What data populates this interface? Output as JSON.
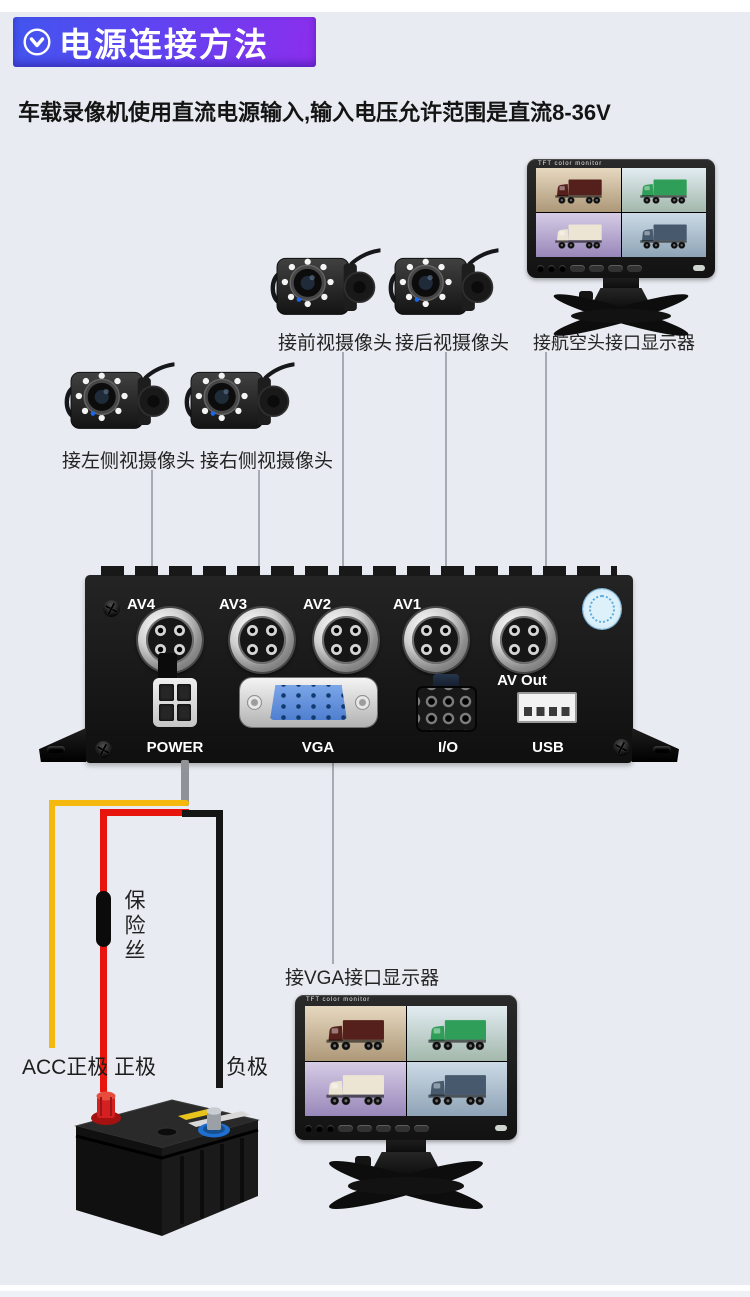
{
  "page": {
    "background": "#e8ebf1",
    "top_strip_color": "#ffffff"
  },
  "header": {
    "icon": "chevron-down-circle",
    "title": "电源连接方法",
    "gradient_start": "#4255ee",
    "gradient_end": "#8c2eec",
    "text_color": "#ffffff"
  },
  "intro": {
    "text": "车载录像机使用直流电源输入,输入电压允许范围是直流8-36V"
  },
  "cameras": [
    {
      "label": "接左侧视摄像头"
    },
    {
      "label": "接右侧视摄像头"
    },
    {
      "label": "接前视摄像头"
    },
    {
      "label": "接后视摄像头"
    }
  ],
  "monitors": {
    "top": {
      "bezel_text": "TFT color monitor",
      "label": "接航空头接口显示器"
    },
    "bottom": {
      "bezel_text": "TFT color monitor",
      "label": "接VGA接口显示器"
    }
  },
  "dvr": {
    "av_ports": [
      "AV4",
      "AV3",
      "AV2",
      "AV1"
    ],
    "av_out": "AV Out",
    "power": "POWER",
    "vga": "VGA",
    "io": "I/O",
    "usb": "USB"
  },
  "wiring": {
    "fuse": "保险丝",
    "acc": "ACC正极",
    "positive": "正极",
    "negative": "负极",
    "colors": {
      "acc_wire": "#f5b80e",
      "positive_wire": "#e7150d",
      "negative_wire": "#151515",
      "power_pigtail": "#8f9398",
      "connector_line": "#a6abb3"
    }
  }
}
